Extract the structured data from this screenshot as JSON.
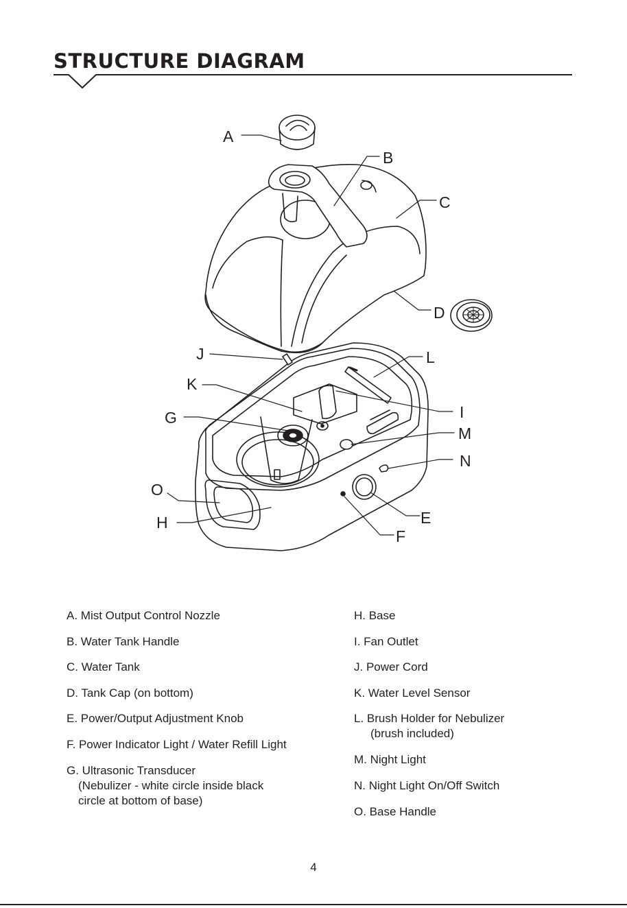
{
  "heading": "STRUCTURE DIAGRAM",
  "callouts": {
    "A": "A",
    "B": "B",
    "C": "C",
    "D": "D",
    "E": "E",
    "F": "F",
    "G": "G",
    "H": "H",
    "I": "I",
    "J": "J",
    "K": "K",
    "L": "L",
    "M": "M",
    "N": "N",
    "O": "O"
  },
  "legend_left": [
    {
      "label": "A. Mist Output Control Nozzle"
    },
    {
      "label": "B. Water Tank Handle"
    },
    {
      "label": "C. Water Tank"
    },
    {
      "label": "D. Tank Cap (on bottom)"
    },
    {
      "label": "E. Power/Output Adjustment Knob"
    },
    {
      "label": "F.  Power Indicator Light / Water Refill Light"
    },
    {
      "label": "G. Ultrasonic Transducer",
      "line2": "(Nebulizer - white circle inside black",
      "line3": "circle at bottom of base)"
    }
  ],
  "legend_right": [
    {
      "label": "H.  Base"
    },
    {
      "label": "I.   Fan Outlet"
    },
    {
      "label": "J.  Power Cord"
    },
    {
      "label": "K.  Water Level Sensor"
    },
    {
      "label": "L.  Brush Holder for Nebulizer",
      "line2": "(brush included)"
    },
    {
      "label": "M. Night Light"
    },
    {
      "label": "N.  Night Light On/Off Switch"
    },
    {
      "label": "O.  Base Handle"
    }
  ],
  "page_number": "4"
}
